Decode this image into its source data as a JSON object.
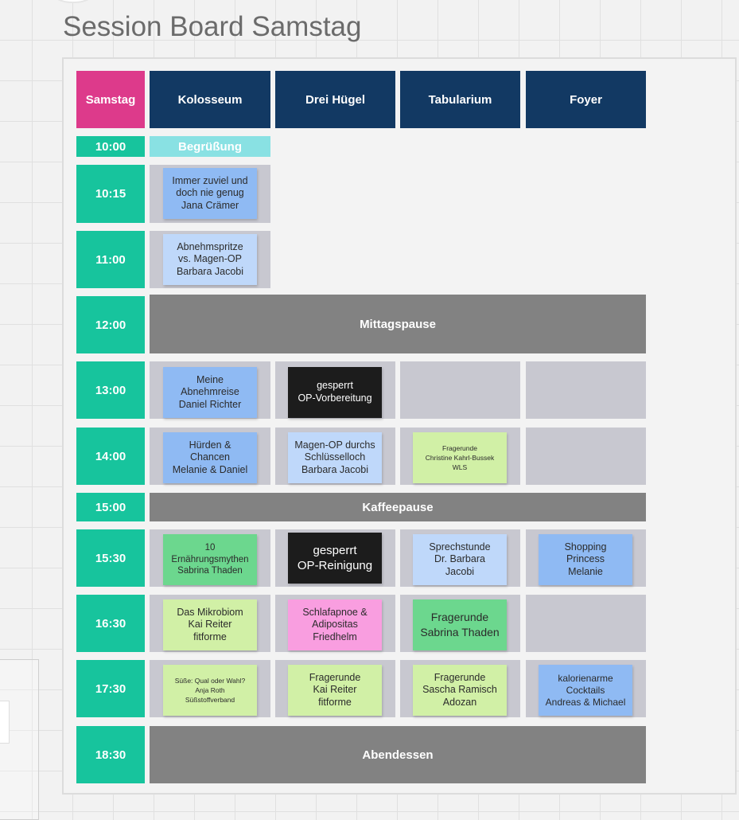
{
  "title": "Session Board Samstag",
  "header": {
    "day": "Samstag",
    "rooms": [
      "Kolosseum",
      "Drei Hügel",
      "Tabularium",
      "Foyer"
    ]
  },
  "times": [
    "10:00",
    "10:15",
    "11:00",
    "12:00",
    "13:00",
    "14:00",
    "15:00",
    "15:30",
    "16:30",
    "17:30",
    "18:30"
  ],
  "welcome": "Begrüßung",
  "breaks": {
    "lunch": "Mittagspause",
    "coffee": "Kaffeepause",
    "dinner": "Abendessen"
  },
  "sessions": {
    "s1015": [
      "Immer zuviel und",
      "doch nie genug",
      "Jana Crämer"
    ],
    "s1100": [
      "Abnehmspritze",
      "vs. Magen-OP",
      "Barbara Jacobi"
    ],
    "s1300_kol": [
      "Meine",
      "Abnehmreise",
      "Daniel Richter"
    ],
    "s1300_dh": [
      "gesperrt",
      "OP-Vorbereitung"
    ],
    "s1400_kol": [
      "Hürden &",
      "Chancen",
      "Melanie & Daniel"
    ],
    "s1400_dh": [
      "Magen-OP durchs",
      "Schlüsselloch",
      "Barbara Jacobi"
    ],
    "s1400_tab": [
      "Fragerunde",
      "Christine Kahrl-Bussek",
      "WLS"
    ],
    "s1530_kol": [
      "10",
      "Ernährungsmythen",
      "Sabrina Thaden"
    ],
    "s1530_dh": [
      "gesperrt",
      "OP-Reinigung"
    ],
    "s1530_tab": [
      "Sprechstunde",
      "Dr. Barbara",
      "Jacobi"
    ],
    "s1530_foy": [
      "Shopping",
      "Princess",
      "Melanie"
    ],
    "s1630_kol": [
      "Das Mikrobiom",
      "Kai Reiter",
      "fitforme"
    ],
    "s1630_dh": [
      "Schlafapnoe &",
      "Adipositas",
      "Friedhelm"
    ],
    "s1630_tab": [
      "Fragerunde",
      "Sabrina Thaden"
    ],
    "s1730_kol": [
      "Süße: Qual oder Wahl?",
      "Anja Roth",
      "Süßstoffverband"
    ],
    "s1730_dh": [
      "Fragerunde",
      "Kai Reiter",
      "fitforme"
    ],
    "s1730_tab": [
      "Fragerunde",
      "Sascha Ramisch",
      "Adozan"
    ],
    "s1730_foy": [
      "kalorienarme",
      "Cocktails",
      "Andreas & Michael"
    ]
  },
  "colors": {
    "day_header": "#dd3a8b",
    "room_header": "#123963",
    "time_cell": "#17c49d",
    "slot_bg": "#c8c8d0",
    "break_bg": "#828282",
    "welcome_bg": "#89e1e3",
    "note_blue": "#8fbaf3",
    "note_lightblue": "#bfd8fa",
    "note_black": "#1c1c1c",
    "note_green": "#6cd78e",
    "note_lightgreen": "#d1f0a6",
    "note_pink": "#f99ee0"
  }
}
